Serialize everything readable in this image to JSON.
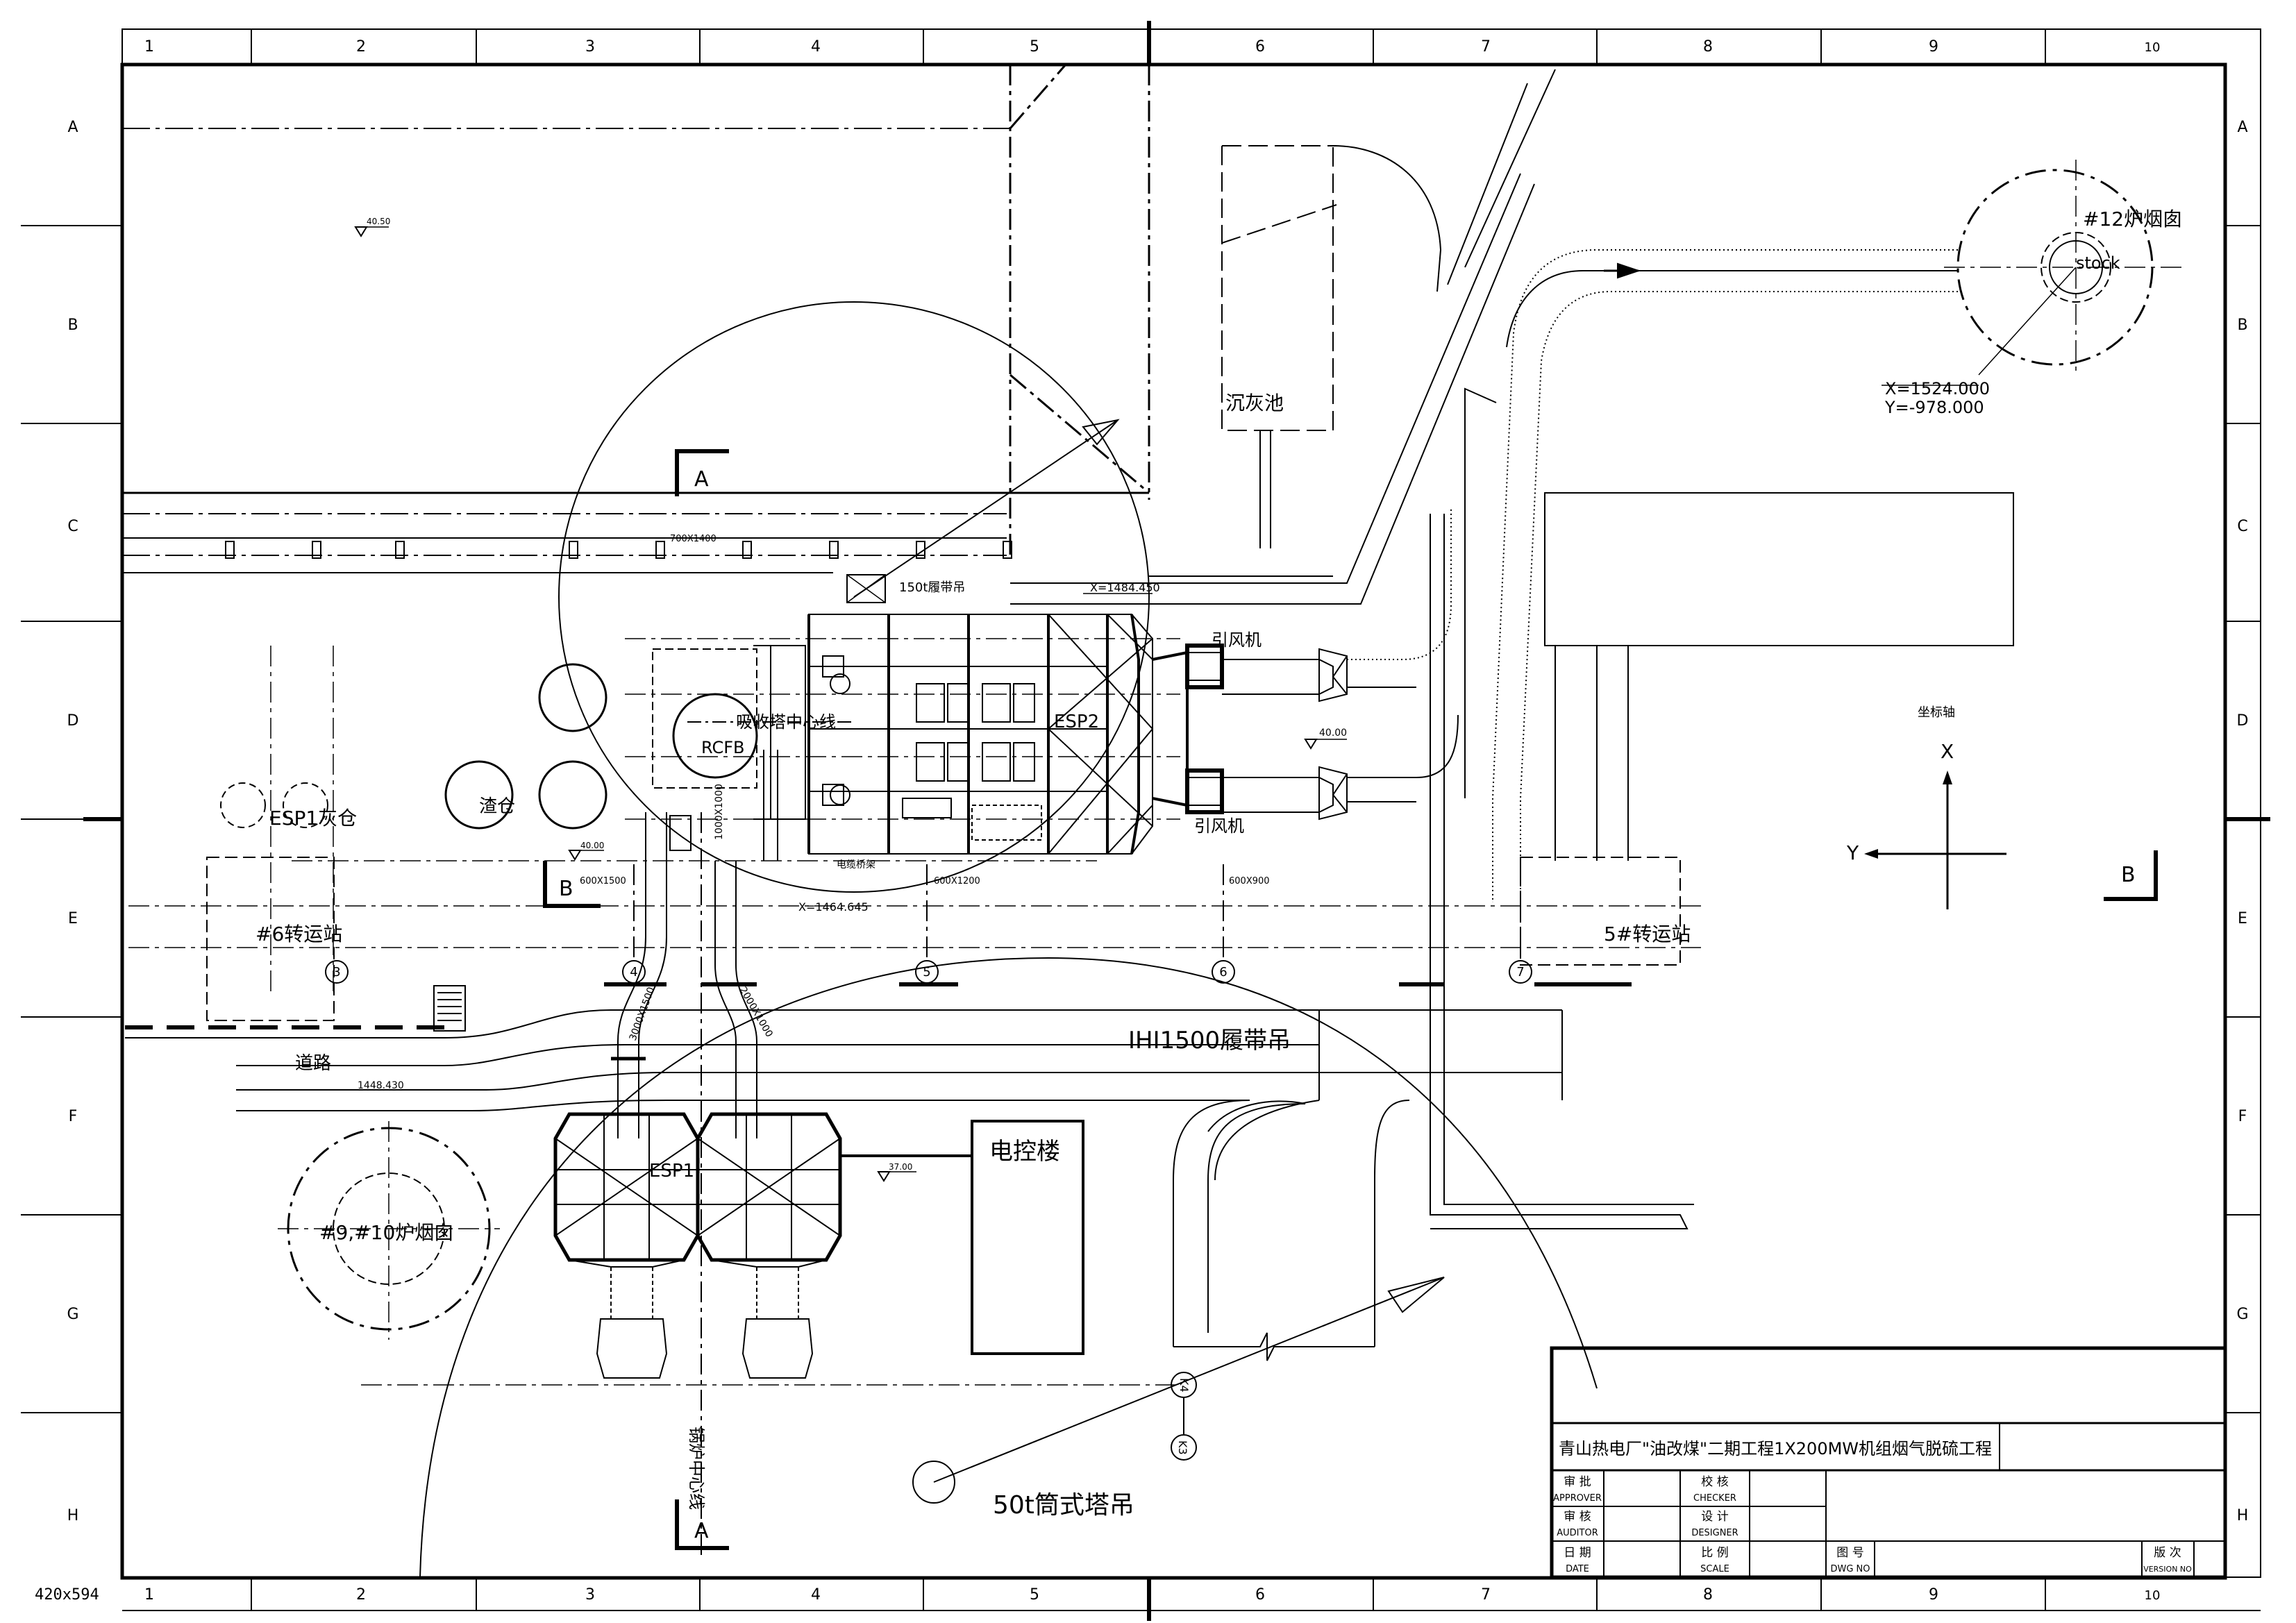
{
  "sheet": {
    "size_label": "420x594",
    "column_labels": [
      "1",
      "2",
      "3",
      "4",
      "5",
      "6",
      "7",
      "8",
      "9",
      "10"
    ],
    "row_labels": [
      "A",
      "B",
      "C",
      "D",
      "E",
      "F",
      "G",
      "H"
    ]
  },
  "drawing": {
    "chimney_12": "#12炉烟囱",
    "stack": "stock",
    "coord_x": "X=1524.000",
    "coord_y": "Y=-978.000",
    "ash_pond": "沉灰池",
    "section_a": "A",
    "section_b": "B",
    "dim_700x1400": "700X1400",
    "crane_150t": "150t履带吊",
    "x_1484": "X=1484.450",
    "fan_top": "引风机",
    "fan_bottom": "引风机",
    "absorber_center": "吸收塔中心线",
    "rcfb": "RCFB",
    "esp2": "ESP2",
    "esp1_ash": "ESP1灰仓",
    "slag": "渣仓",
    "elev_40_00": "40.00",
    "elev_40_50": "40.50",
    "elev_37_00": "37.00",
    "dim_600x1500": "600X1500",
    "dim_600x1200": "600X1200",
    "dim_600x900": "600X900",
    "cable_rack": "电缆桥架",
    "x_1464": "X=1464.645",
    "transfer_6": "#6转运站",
    "transfer_5": "5#转运站",
    "axis_3": "3",
    "axis_4": "4",
    "axis_5": "5",
    "axis_6": "6",
    "axis_7": "7",
    "road": "道路",
    "elev_1448": "1448.430",
    "crane_ihi": "IHI1500履带吊",
    "control_bldg": "电控楼",
    "esp1": "ESP1",
    "chimney_9_10": "#9,#10炉烟囱",
    "boiler_center": "锅炉中心线",
    "tower_crane": "50t筒式塔吊",
    "coord_axis": "坐标轴",
    "axis_x": "X",
    "axis_y": "Y",
    "k3": "K3",
    "k4": "K4",
    "dim_3000": "3000X1500",
    "dim_2000": "2000X1000",
    "dim_1000": "1000X1000"
  },
  "title_block": {
    "project": "青山热电厂\"油改煤\"二期工程1X200MW机组烟气脱硫工程",
    "approver_cn": "审 批",
    "approver_en": "APPROVER",
    "checker_cn": "校 核",
    "checker_en": "CHECKER",
    "auditor_cn": "审 核",
    "auditor_en": "AUDITOR",
    "designer_cn": "设 计",
    "designer_en": "DESIGNER",
    "date_cn": "日 期",
    "date_en": "DATE",
    "scale_cn": "比 例",
    "scale_en": "SCALE",
    "dwg_cn": "图 号",
    "dwg_en": "DWG NO",
    "version_cn": "版 次",
    "version_en": "VERSION NO"
  }
}
